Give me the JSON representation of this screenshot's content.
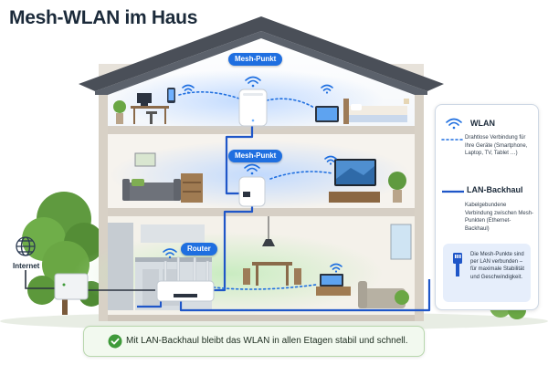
{
  "title": "Mesh-WLAN im Haus",
  "labels": {
    "mesh_top": "Mesh-Punkt",
    "mesh_mid": "Mesh-Punkt",
    "router": "Router",
    "internet": "Internet"
  },
  "legend": {
    "wlan_title": "WLAN",
    "wlan_desc": "Drahtlose Verbindung für Ihre Geräte (Smartphone, Laptop, TV, Tablet …)",
    "lan_title": "LAN-Backhaul",
    "lan_desc": "Kabelgebundene Verbindung zwischen Mesh-Punkten (Ethernet-Backhaul)",
    "info": "Die Mesh-Punkte sind per LAN verbunden – für maximale Stabilität und Geschwindigkeit."
  },
  "banner": {
    "text": "Mit LAN-Backhaul bleibt das WLAN in allen Etagen stabil und schnell."
  },
  "colors": {
    "wifi_blue": "#1f6fe0",
    "lan_blue": "#1f56c8",
    "roof": "#4a4f58",
    "wall": "#f3efe9",
    "ok_green": "#3f9a3a"
  },
  "icons": [
    "wifi-icon",
    "globe-icon",
    "cable-plug-icon",
    "check-icon"
  ]
}
